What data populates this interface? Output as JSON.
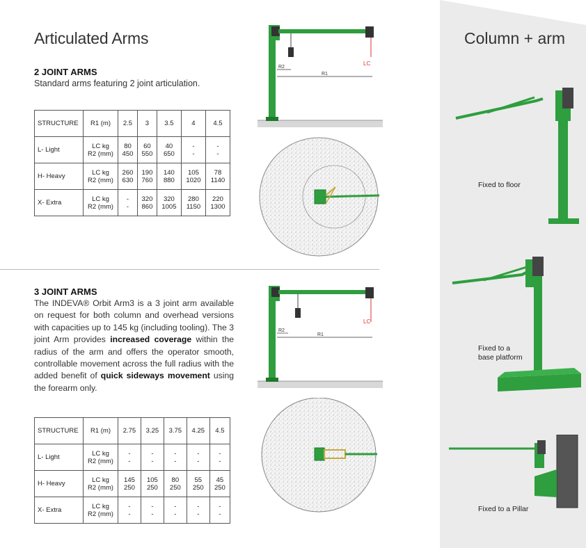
{
  "left": {
    "title": "Articulated Arms",
    "two_joint": {
      "heading": "2 JOINT ARMS",
      "description": "Standard arms featuring 2 joint articulation.",
      "table": {
        "header": [
          "STRUCTURE",
          "R1 (m)",
          "2.5",
          "3",
          "3.5",
          "4",
          "4.5"
        ],
        "rows": [
          {
            "label": "L- Light",
            "unit1": "LC kg",
            "unit2": "R2 (mm)",
            "vals": [
              [
                "80",
                "450"
              ],
              [
                "60",
                "550"
              ],
              [
                "40",
                "650"
              ],
              [
                "-",
                "-"
              ],
              [
                "-",
                "-"
              ]
            ]
          },
          {
            "label": "H- Heavy",
            "unit1": "LC kg",
            "unit2": "R2 (mm)",
            "vals": [
              [
                "260",
                "630"
              ],
              [
                "190",
                "760"
              ],
              [
                "140",
                "880"
              ],
              [
                "105",
                "1020"
              ],
              [
                "78",
                "1140"
              ]
            ]
          },
          {
            "label": "X- Extra",
            "unit1": "LC kg",
            "unit2": "R2 (mm)",
            "vals": [
              [
                "-",
                "-"
              ],
              [
                "320",
                "860"
              ],
              [
                "320",
                "1005"
              ],
              [
                "280",
                "1150"
              ],
              [
                "220",
                "1300"
              ]
            ]
          }
        ]
      },
      "diagram_labels": {
        "r2": "R2",
        "r1": "R1",
        "lc": "LC"
      }
    },
    "three_joint": {
      "heading": "3 JOINT ARMS",
      "para_1": "The INDEVA® Orbit Arm3 is a 3 joint arm available on request for both column and overhead versions  with capacities up to 145 kg (including tooling). The 3 joint Arm provides ",
      "bold_1": "increased coverage",
      "para_2": " within the radius of the arm and offers the operator smooth, controllable movement across the full radius with the added benefit of ",
      "bold_2": "quick sideways movement",
      "para_3": " using the forearm only.",
      "table": {
        "header": [
          "STRUCTURE",
          "R1 (m)",
          "2.75",
          "3.25",
          "3.75",
          "4.25",
          "4.5"
        ],
        "rows": [
          {
            "label": "L- Light",
            "unit1": "LC kg",
            "unit2": "R2 (mm)",
            "vals": [
              [
                "-",
                "-"
              ],
              [
                "-",
                "-"
              ],
              [
                "-",
                "-"
              ],
              [
                "-",
                "-"
              ],
              [
                "-",
                "-"
              ]
            ]
          },
          {
            "label": "H- Heavy",
            "unit1": "LC kg",
            "unit2": "R2 (mm)",
            "vals": [
              [
                "145",
                "250"
              ],
              [
                "105",
                "250"
              ],
              [
                "80",
                "250"
              ],
              [
                "55",
                "250"
              ],
              [
                "45",
                "250"
              ]
            ]
          },
          {
            "label": "X- Extra",
            "unit1": "LC kg",
            "unit2": "R2 (mm)",
            "vals": [
              [
                "-",
                "-"
              ],
              [
                "-",
                "-"
              ],
              [
                "-",
                "-"
              ],
              [
                "-",
                "-"
              ],
              [
                "-",
                "-"
              ]
            ]
          }
        ]
      },
      "diagram_labels": {
        "r2": "R2",
        "r1": "R1",
        "lc": "LC"
      }
    }
  },
  "right": {
    "title": "Column + arm",
    "captions": {
      "floor": "Fixed to floor",
      "platform_1": "Fixed to a",
      "platform_2": "base platform",
      "pillar": "Fixed to a Pillar"
    }
  },
  "colors": {
    "arm_green": "#2e9e3e",
    "dark_green": "#1f7a2c",
    "panel_bg": "#ebebeb",
    "lc_red": "#d9302c"
  }
}
